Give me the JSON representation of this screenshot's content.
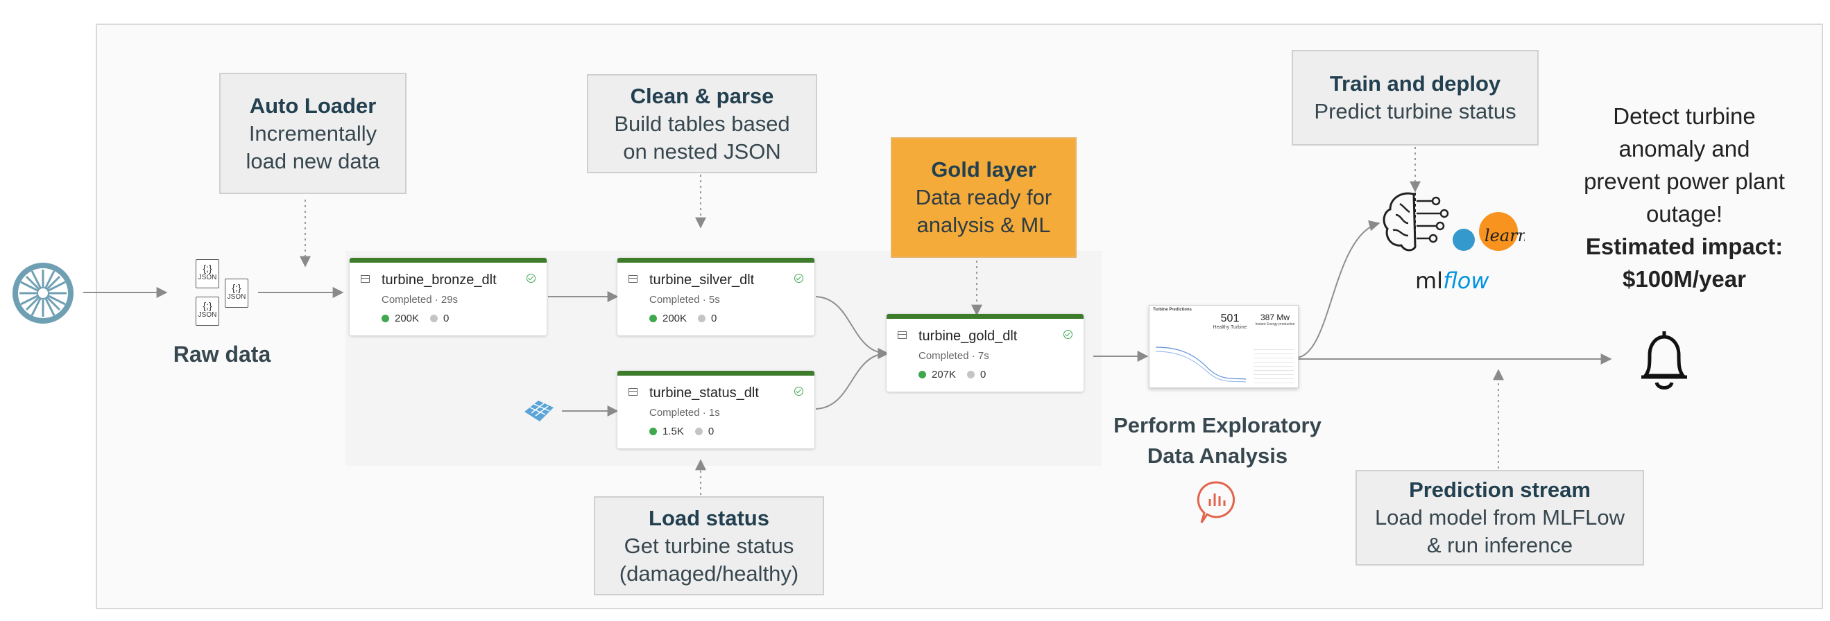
{
  "callouts": {
    "auto_loader": {
      "title": "Auto Loader",
      "line1": "Incrementally",
      "line2": "load new data"
    },
    "clean_parse": {
      "title": "Clean & parse",
      "line1": "Build tables based",
      "line2": "on nested JSON"
    },
    "gold_layer": {
      "title": "Gold layer",
      "line1": "Data ready for",
      "line2": "analysis & ML"
    },
    "load_status": {
      "title": "Load status",
      "line1": "Get turbine status",
      "line2": "(damaged/healthy)"
    },
    "train_deploy": {
      "title": "Train and deploy",
      "line1": "Predict turbine status"
    },
    "prediction_stream": {
      "title": "Prediction stream",
      "line1": "Load model from MLFLow",
      "line2": "& run inference"
    }
  },
  "tables": [
    {
      "name": "turbine_bronze_dlt",
      "status": "Completed · 29s",
      "rows": "200K",
      "dropped": "0"
    },
    {
      "name": "turbine_silver_dlt",
      "status": "Completed · 5s",
      "rows": "200K",
      "dropped": "0"
    },
    {
      "name": "turbine_status_dlt",
      "status": "Completed · 1s",
      "rows": "1.5K",
      "dropped": "0"
    },
    {
      "name": "turbine_gold_dlt",
      "status": "Completed · 7s",
      "rows": "207K",
      "dropped": "0"
    }
  ],
  "labels": {
    "raw_data": "Raw data",
    "eda_line1": "Perform Exploratory",
    "eda_line2": "Data Analysis",
    "goal_line1": "Detect turbine",
    "goal_line2": "anomaly and",
    "goal_line3": "prevent power plant",
    "goal_line4": "outage!",
    "impact_line1": "Estimated impact:",
    "impact_line2": "$100M/year"
  },
  "json_icon_text": "JSON",
  "json_icon_glyph": "{;}",
  "logos": {
    "mlflow": "mlflow",
    "sklearn": "learn"
  },
  "dashboard": {
    "title": "Turbine Predictions",
    "kpi1_value": "501",
    "kpi1_label": "Healthy Turbine",
    "kpi2_value": "387 Mw",
    "kpi2_label": "Instant Energy production"
  },
  "colors": {
    "accent_green": "#3d7c2a",
    "gold": "#f4ab3a",
    "title_text": "#22404f"
  }
}
